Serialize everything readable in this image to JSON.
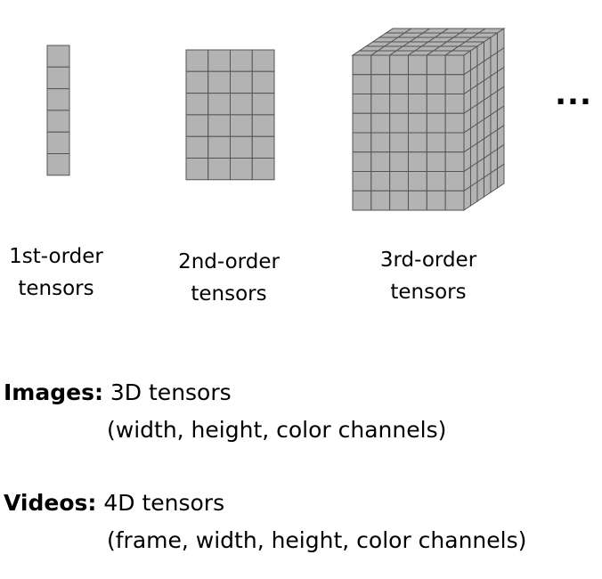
{
  "figure": {
    "ellipsis": "...",
    "tensors": [
      {
        "line1": "1st-order",
        "line2": "tensors"
      },
      {
        "line1": "2nd-order",
        "line2": "tensors"
      },
      {
        "line1": "3rd-order",
        "line2": "tensors"
      }
    ],
    "cell_color": "#b3b3b3",
    "edge_color": "#555555"
  },
  "examples": {
    "images": {
      "term": "Images:",
      "desc": "3D tensors",
      "dims": "(width, height, color channels)"
    },
    "videos": {
      "term": "Videos:",
      "desc": "4D tensors",
      "dims": "(frame, width, height, color channels)"
    }
  }
}
